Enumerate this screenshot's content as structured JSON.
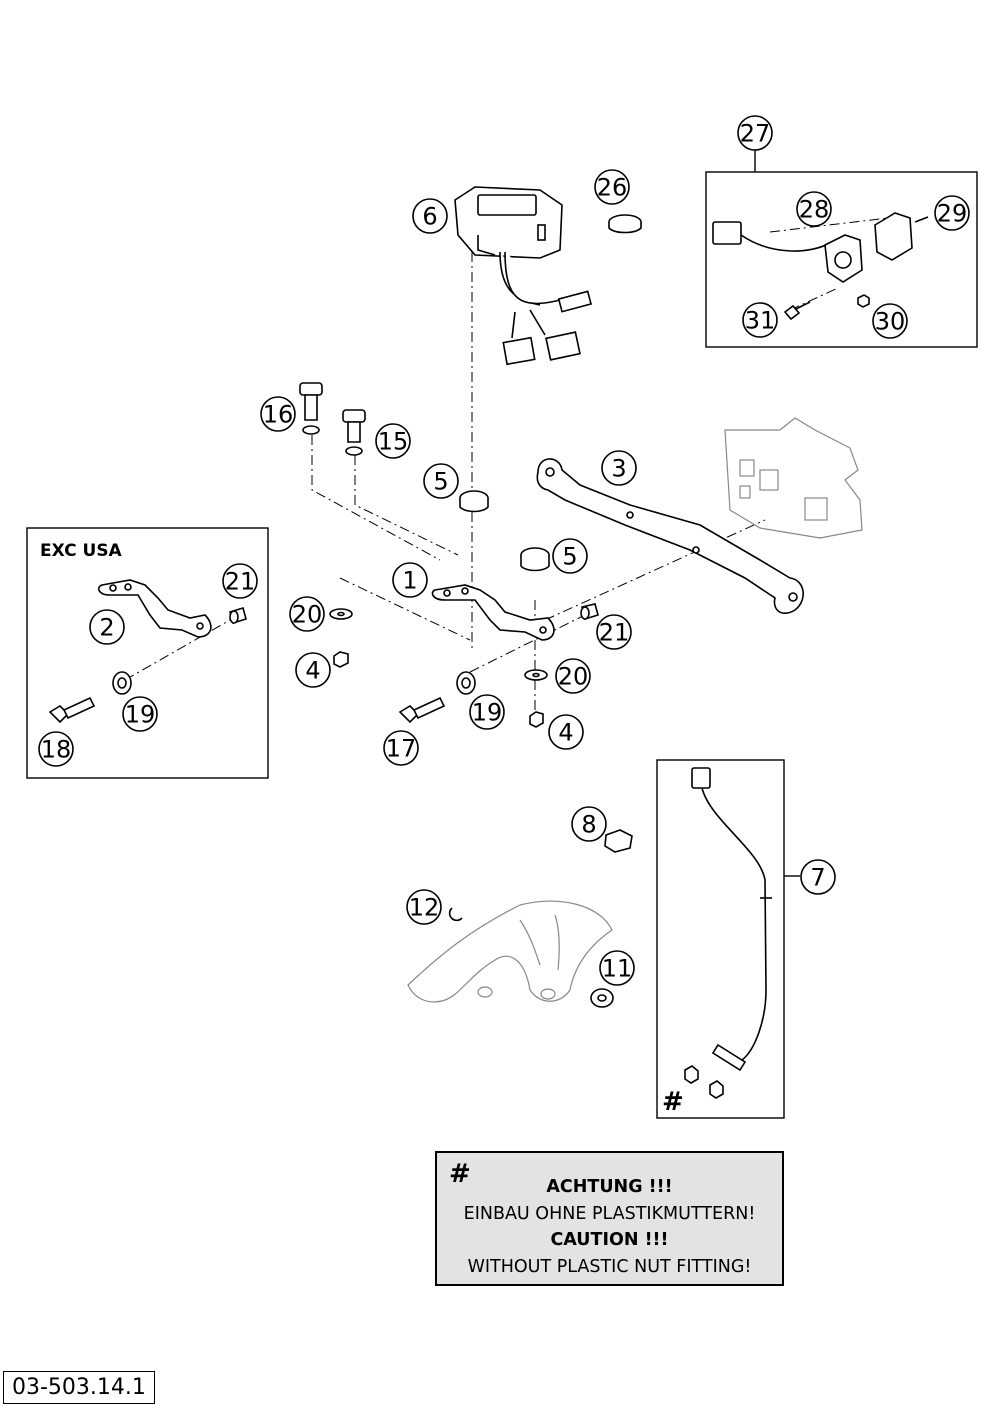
{
  "callouts": [
    {
      "label": "1"
    },
    {
      "label": "2"
    },
    {
      "label": "3"
    },
    {
      "label": "4"
    },
    {
      "label": "4"
    },
    {
      "label": "5"
    },
    {
      "label": "5"
    },
    {
      "label": "6"
    },
    {
      "label": "7"
    },
    {
      "label": "8"
    },
    {
      "label": "11"
    },
    {
      "label": "12"
    },
    {
      "label": "15"
    },
    {
      "label": "16"
    },
    {
      "label": "17"
    },
    {
      "label": "18"
    },
    {
      "label": "19"
    },
    {
      "label": "19"
    },
    {
      "label": "20"
    },
    {
      "label": "20"
    },
    {
      "label": "21"
    },
    {
      "label": "21"
    },
    {
      "label": "26"
    },
    {
      "label": "27"
    },
    {
      "label": "28"
    },
    {
      "label": "29"
    },
    {
      "label": "30"
    },
    {
      "label": "31"
    }
  ],
  "exc_usa_box": {
    "label": "EXC USA"
  },
  "sensor_marker": "#",
  "notice": {
    "marker": "#",
    "line1": "ACHTUNG !!!",
    "line2": "EINBAU OHNE PLASTIKMUTTERN!",
    "line3": "CAUTION !!!",
    "line4": "WITHOUT PLASTIC NUT FITTING!"
  },
  "page_code": "03-503.14.1"
}
